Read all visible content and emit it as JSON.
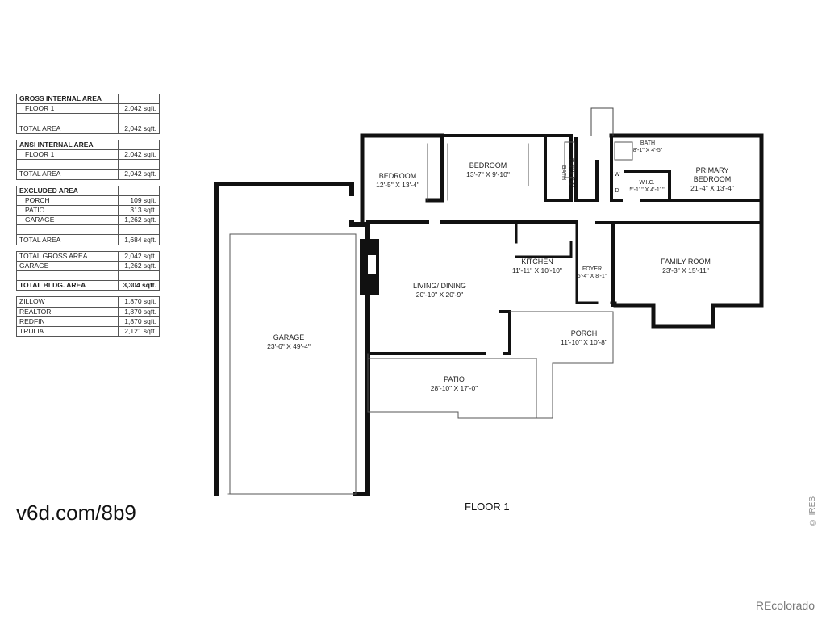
{
  "area_tables": [
    {
      "header": "GROSS INTERNAL AREA",
      "rows": [
        {
          "label": "FLOOR 1",
          "value": "2,042 sqft."
        },
        {
          "label": "",
          "value": ""
        }
      ],
      "total": {
        "label": "TOTAL AREA",
        "value": "2,042 sqft."
      }
    },
    {
      "header": "ANSI INTERNAL AREA",
      "rows": [
        {
          "label": "FLOOR 1",
          "value": "2,042 sqft."
        },
        {
          "label": "",
          "value": ""
        }
      ],
      "total": {
        "label": "TOTAL AREA",
        "value": "2,042 sqft."
      }
    },
    {
      "header": "EXCLUDED AREA",
      "rows": [
        {
          "label": "PORCH",
          "value": "109 sqft."
        },
        {
          "label": "PATIO",
          "value": "313 sqft."
        },
        {
          "label": "GARAGE",
          "value": "1,262 sqft."
        },
        {
          "label": "",
          "value": ""
        }
      ],
      "total": {
        "label": "TOTAL AREA",
        "value": "1,684 sqft."
      }
    },
    {
      "header": "",
      "rows": [
        {
          "label": "TOTAL GROSS AREA",
          "value": "2,042 sqft."
        },
        {
          "label": "GARAGE",
          "value": "1,262 sqft."
        },
        {
          "label": "",
          "value": ""
        }
      ],
      "total": {
        "label": "TOTAL BLDG. AREA",
        "value": "3,304 sqft."
      }
    },
    {
      "header": "",
      "rows": [
        {
          "label": "ZILLOW",
          "value": "1,870 sqft."
        },
        {
          "label": "REALTOR",
          "value": "1,870 sqft."
        },
        {
          "label": "REDFIN",
          "value": "1,870 sqft."
        },
        {
          "label": "TRULIA",
          "value": "2,121 sqft."
        }
      ],
      "total": null
    }
  ],
  "rooms": [
    {
      "name": "BEDROOM",
      "dims": "12'-5\" X 13'-4\""
    },
    {
      "name": "BEDROOM",
      "dims": "13'-7\" X 9'-10\""
    },
    {
      "name": "BATH",
      "dims": "7'-3\" X 6'-1\""
    },
    {
      "name": "BATH",
      "dims": "8'-1\" X 4'-5\""
    },
    {
      "name": "W",
      "dims": ""
    },
    {
      "name": "D",
      "dims": ""
    },
    {
      "name": "W.I.C.",
      "dims": "5'-11\" X 4'-11\""
    },
    {
      "name": "PRIMARY",
      "dims": "BEDROOM"
    },
    {
      "name": "",
      "dims": "21'-4\" X 13'-4\""
    },
    {
      "name": "KITCHEN",
      "dims": "11'-11\" X 10'-10\""
    },
    {
      "name": "FOYER",
      "dims": "6'-4\" X 8'-1\""
    },
    {
      "name": "FAMILY ROOM",
      "dims": "23'-3\" X 15'-11\""
    },
    {
      "name": "LIVING/ DINING",
      "dims": "20'-10\" X 20'-9\""
    },
    {
      "name": "GARAGE",
      "dims": "23'-6\" X 49'-4\""
    },
    {
      "name": "PORCH",
      "dims": "11'-10\" X 10'-8\""
    },
    {
      "name": "PATIO",
      "dims": "28'-10\" X 17'-0\""
    }
  ],
  "floor_label": "FLOOR 1",
  "url_text": "v6d.com/8b9",
  "brand": "REcolorado",
  "watermark": "© IRES"
}
